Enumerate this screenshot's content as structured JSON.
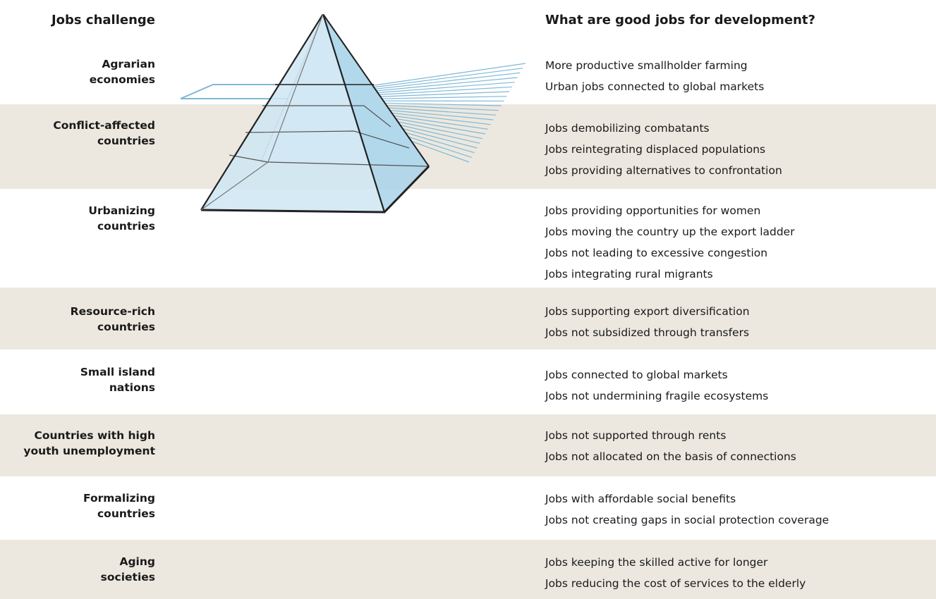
{
  "headers": {
    "left": "Jobs challenge",
    "right": "What are good jobs for development?"
  },
  "colors": {
    "band": "#ece8df",
    "prism_fill": "#cfe6f3",
    "prism_edge": "#222222",
    "ray": "#7fb8d8"
  },
  "rows": [
    {
      "label_lines": [
        "Agrarian",
        "economies"
      ],
      "shaded": false,
      "items": [
        "More productive smallholder farming",
        "Urban jobs connected to global markets"
      ]
    },
    {
      "label_lines": [
        "Conflict-affected",
        "countries"
      ],
      "shaded": true,
      "items": [
        "Jobs demobilizing combatants",
        "Jobs reintegrating displaced populations",
        "Jobs providing alternatives to confrontation"
      ]
    },
    {
      "label_lines": [
        "Urbanizing",
        "countries"
      ],
      "shaded": false,
      "items": [
        "Jobs providing opportunities for women",
        "Jobs moving the country up the export ladder",
        "Jobs not leading to excessive congestion",
        "Jobs integrating rural migrants"
      ]
    },
    {
      "label_lines": [
        "Resource-rich",
        "countries"
      ],
      "shaded": true,
      "items": [
        "Jobs supporting export diversification",
        "Jobs not subsidized through transfers"
      ]
    },
    {
      "label_lines": [
        "Small island",
        "nations"
      ],
      "shaded": false,
      "items": [
        "Jobs connected to global markets",
        "Jobs not undermining fragile ecosystems"
      ]
    },
    {
      "label_lines": [
        "Countries with high",
        "youth unemployment"
      ],
      "shaded": true,
      "items": [
        "Jobs not supported through rents",
        "Jobs not allocated on the basis of connections"
      ]
    },
    {
      "label_lines": [
        "Formalizing",
        "countries"
      ],
      "shaded": false,
      "items": [
        "Jobs with affordable social benefits",
        "Jobs not creating gaps in social protection coverage"
      ]
    },
    {
      "label_lines": [
        "Aging",
        "societies"
      ],
      "shaded": true,
      "items": [
        "Jobs keeping the skilled active for longer",
        "Jobs reducing the cost of services to the elderly"
      ]
    }
  ]
}
